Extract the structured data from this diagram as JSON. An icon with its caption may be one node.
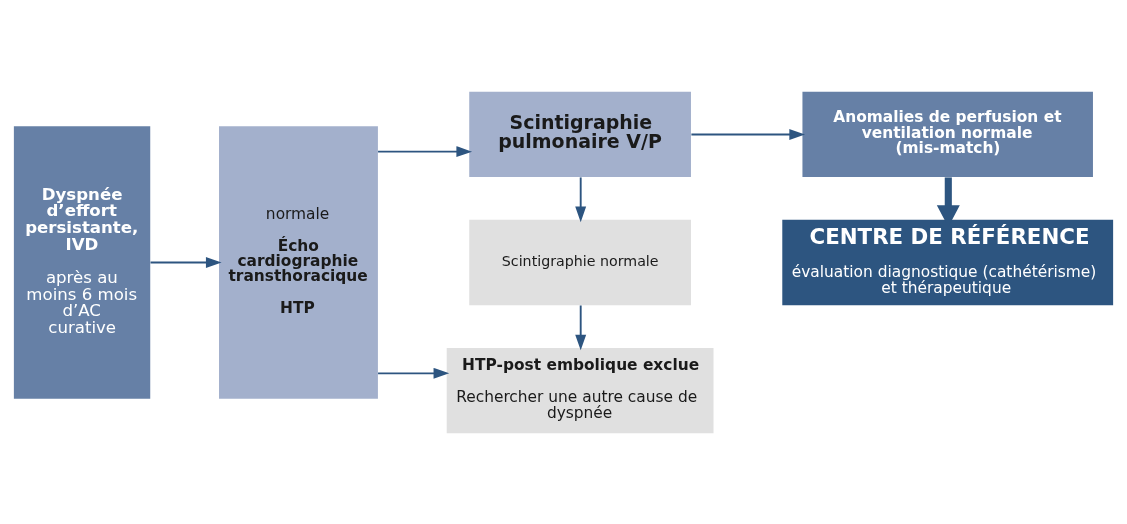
{
  "diagram": {
    "nodes": [
      {
        "text": [
          "Dyspnée d’effort persistante, IVD",
          "après au moins 6 mois d’AC curative"
        ]
      },
      {
        "text": [
          "normale",
          "Écho cardiographie transthoracique",
          "HTP"
        ]
      },
      {
        "text": [
          "HTP-post embolique exclue",
          "Rechercher une autre cause de dyspnée"
        ]
      },
      {
        "text": [
          "Scintigraphie normale"
        ]
      },
      {
        "text": [
          "CENTRE DE RÉFÉRENCE",
          "évaluation diagnostique (cathétérisme) et thérapeutique"
        ]
      },
      {
        "text": [
          "Scintigraphie pulmonaire V/P"
        ]
      },
      {
        "text": [
          "Anomalies de perfusion et ventilation normale (mis-match)"
        ]
      }
    ],
    "edges": [
      {
        "from": 0,
        "to": 1,
        "arrow": "to"
      },
      {
        "from": 1,
        "to": 2,
        "arrow": "to"
      },
      {
        "from": 1,
        "to": 5,
        "arrow": "to"
      },
      {
        "from": 5,
        "to": 3,
        "arrow": "to"
      },
      {
        "from": 3,
        "to": 2,
        "arrow": "to"
      },
      {
        "from": 5,
        "to": 6,
        "arrow": "to"
      },
      {
        "from": 6,
        "to": 4,
        "arrow": "to",
        "style": "thick"
      }
    ]
  }
}
